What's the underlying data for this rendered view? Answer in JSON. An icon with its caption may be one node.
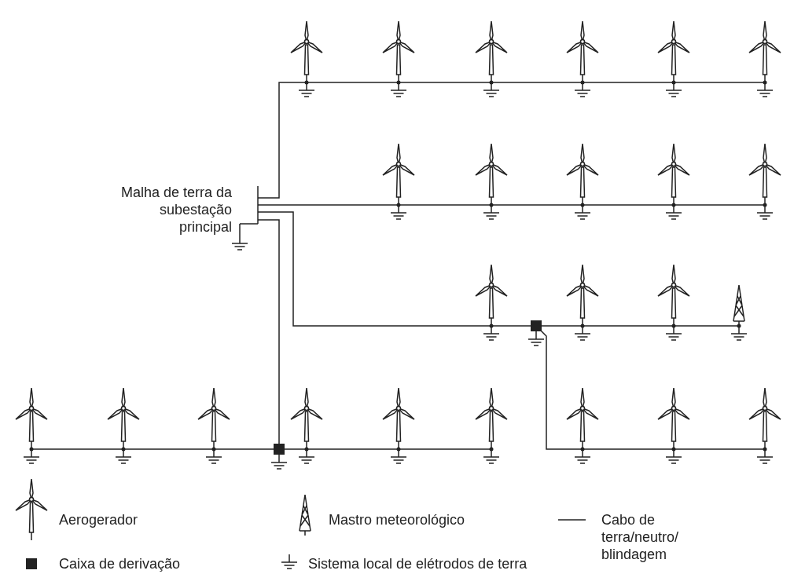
{
  "diagram": {
    "labels": [
      "Malha de terra da subestação principal"
    ],
    "legend": [
      {
        "text": "Aerogerador"
      },
      {
        "text": "Mastro meteorológico"
      },
      {
        "text": "Cabo de terra/neutro/ blindagem"
      },
      {
        "text": "Caixa de derivação"
      },
      {
        "text": "Sistema local de elétrodos de terra"
      }
    ]
  }
}
